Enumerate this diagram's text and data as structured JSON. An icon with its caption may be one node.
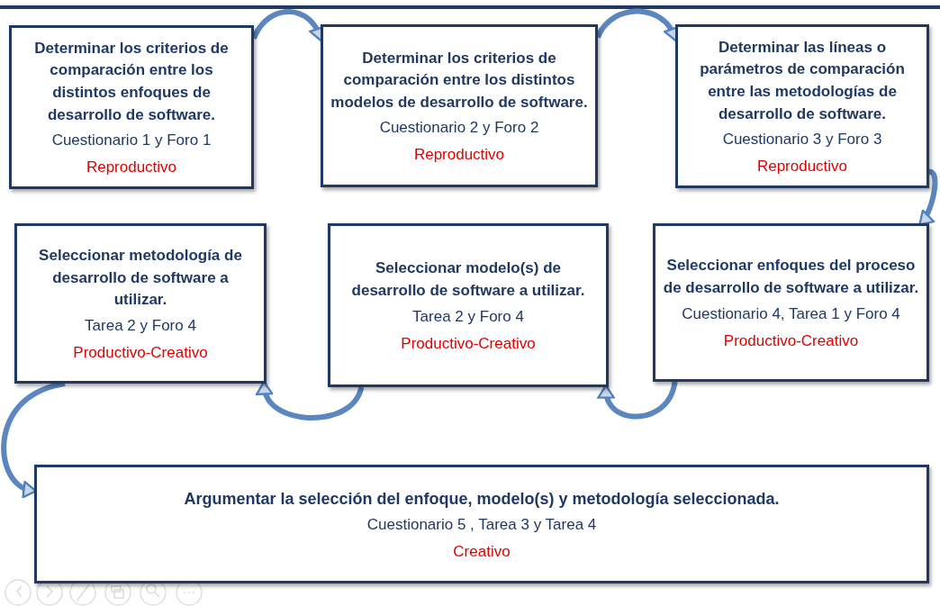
{
  "diagram": {
    "nodes": [
      {
        "text": [
          "Determinar los criterios de comparación entre los distintos enfoques de desarrollo de software.",
          "Cuestionario 1 y Foro 1",
          "Reproductivo"
        ]
      },
      {
        "text": [
          "Determinar los criterios de comparación entre los distintos modelos de desarrollo de software.",
          "Cuestionario 2 y Foro 2",
          "Reproductivo"
        ]
      },
      {
        "text": [
          "Determinar las líneas o parámetros de comparación entre las metodologías de desarrollo de software.",
          "Cuestionario 3 y Foro 3",
          "Reproductivo"
        ]
      },
      {
        "text": [
          "Seleccionar metodología de desarrollo de software a utilizar.",
          "Tarea 2 y Foro 4",
          "Productivo-Creativo"
        ]
      },
      {
        "text": [
          "Seleccionar modelo(s) de desarrollo de software a utilizar.",
          "Tarea 2 y Foro 4",
          "Productivo-Creativo"
        ]
      },
      {
        "text": [
          "Seleccionar enfoques del proceso de desarrollo de software a utilizar.",
          "Cuestionario 4, Tarea 1 y Foro 4",
          "Productivo-Creativo"
        ]
      },
      {
        "text": [
          "Argumentar la selección del enfoque, modelo(s) y metodología seleccionada.",
          "Cuestionario 5 , Tarea 3 y Tarea 4",
          "Creativo"
        ]
      }
    ],
    "edges": [
      {
        "from": 0,
        "to": 1,
        "arrow": "to"
      },
      {
        "from": 1,
        "to": 2,
        "arrow": "to"
      },
      {
        "from": 2,
        "to": 5,
        "arrow": "to"
      },
      {
        "from": 5,
        "to": 4,
        "arrow": "to"
      },
      {
        "from": 4,
        "to": 3,
        "arrow": "to"
      },
      {
        "from": 3,
        "to": 6,
        "arrow": "to"
      }
    ]
  }
}
